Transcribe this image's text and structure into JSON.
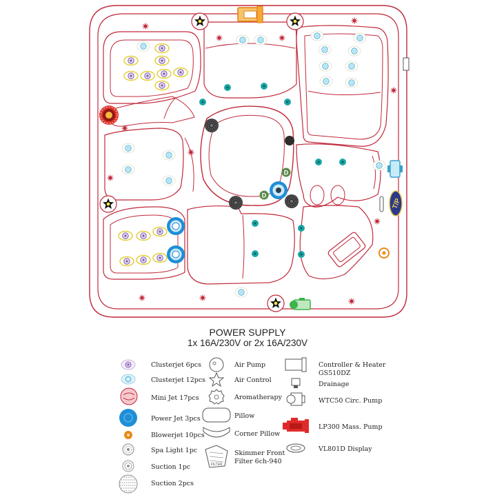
{
  "title": {
    "line1": "POWER SUPPLY",
    "line2": "1x 16A/230V or 2x 16A/230V"
  },
  "diagram": {
    "tp_label": "T/P",
    "d_label": "D",
    "skimmer_label": "FILTER"
  },
  "legend": {
    "col1": [
      {
        "icon": "clusterjet-6-icon",
        "label": "Clusterjet 6pcs"
      },
      {
        "icon": "clusterjet-12-icon",
        "label": "Clusterjet 12pcs"
      },
      {
        "icon": "mini-jet-icon",
        "label": "Mini Jet 17pcs"
      },
      {
        "icon": "power-jet-icon",
        "label": "Power Jet 3pcs"
      },
      {
        "icon": "blowerjet-icon",
        "label": "Blowerjet 10pcs"
      },
      {
        "icon": "spa-light-icon",
        "label": "Spa Light 1pc"
      },
      {
        "icon": "suction-1-icon",
        "label": "Suction 1pc"
      },
      {
        "icon": "suction-2-icon",
        "label": "Suction 2pcs"
      }
    ],
    "col2": [
      {
        "icon": "air-pump-icon",
        "label": "Air Pump"
      },
      {
        "icon": "air-control-icon",
        "label": "Air Control"
      },
      {
        "icon": "aromatherapy-icon",
        "label": "Aromatherapy"
      },
      {
        "icon": "pillow-icon",
        "label": "Pillow"
      },
      {
        "icon": "corner-pillow-icon",
        "label": "Corner Pillow"
      },
      {
        "icon": "skimmer-icon",
        "label1": "Skimmer Front",
        "label2": "Filter 6ch-940"
      }
    ],
    "col3": [
      {
        "icon": "controller-heater-icon",
        "label1": "Controller & Heater",
        "label2": "GS510DZ"
      },
      {
        "icon": "drainage-icon",
        "label": "Drainage"
      },
      {
        "icon": "circ-pump-icon",
        "label": "WTC50 Circ. Pump"
      },
      {
        "icon": "mass-pump-icon",
        "label": "LP300 Mass. Pump"
      },
      {
        "icon": "display-icon",
        "label": "VL801D Display"
      }
    ]
  },
  "colors": {
    "outline": "#c0283a",
    "jet_blue": "#4fb6d6",
    "power_jet": "#1e8fd6",
    "orange": "#e88a1a",
    "green": "#3cb44b",
    "yellow": "#e8d64a",
    "purple": "#8a5fb0"
  }
}
